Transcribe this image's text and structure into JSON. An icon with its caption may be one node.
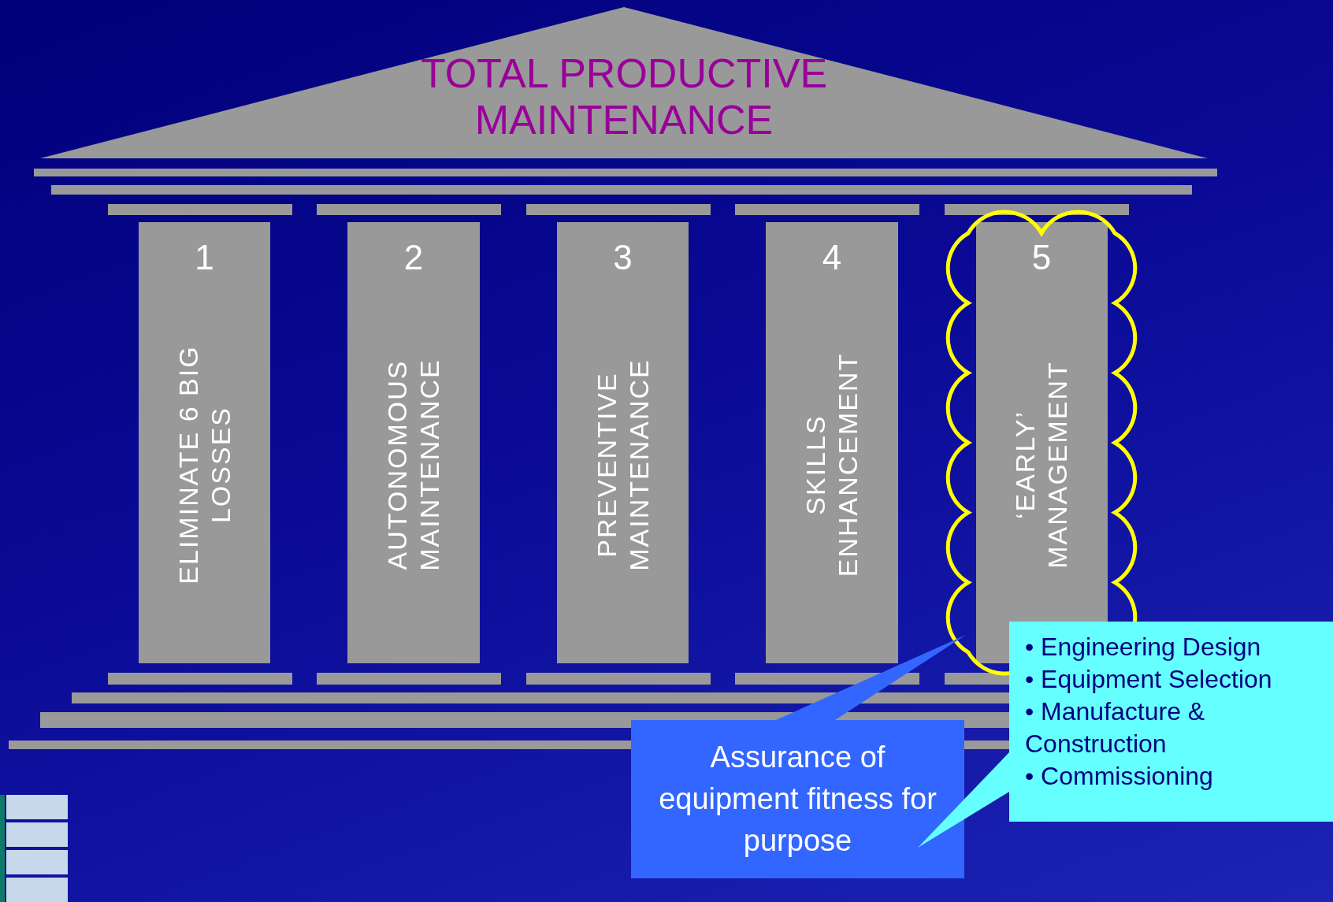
{
  "diagram": {
    "nodes": [
      {
        "text": [
          "TOTAL PRODUCTIVE MAINTENANCE"
        ]
      },
      {
        "text": [
          "1",
          "ELIMINATE 6 BIG LOSSES"
        ]
      },
      {
        "text": [
          "2",
          "AUTONOMOUS MAINTENANCE"
        ]
      },
      {
        "text": [
          "3",
          "PREVENTIVE MAINTENANCE"
        ]
      },
      {
        "text": [
          "4",
          "SKILLS ENHANCEMENT"
        ]
      },
      {
        "text": [],
        "shape": "cloud"
      },
      {
        "text": [
          "5",
          "‘EARLY’ MANAGEMENT"
        ],
        "in": 5
      },
      {
        "text": [
          "Assurance of equipment fitness for purpose"
        ]
      },
      {
        "text": [
          "• Engineering Design",
          "• Equipment Selection",
          "• Manufacture & Construction",
          "• Commissioning"
        ]
      }
    ],
    "edges": [
      {
        "from": 7,
        "to": 5,
        "arrow": "none"
      },
      {
        "from": 8,
        "to": 7,
        "arrow": "none"
      }
    ]
  }
}
